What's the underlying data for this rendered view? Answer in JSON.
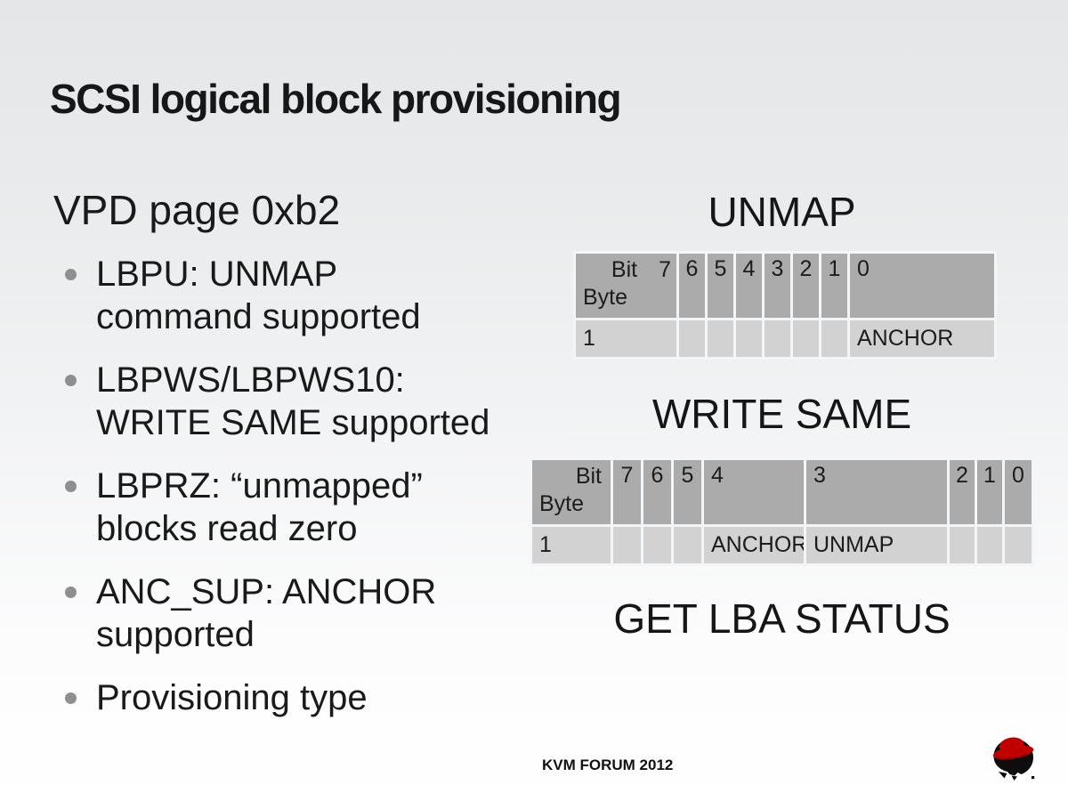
{
  "slide": {
    "title": "SCSI logical block provisioning",
    "footer_text": "KVM FORUM 2012",
    "logo_name": "redhat-shadowman-logo",
    "colors": {
      "background_top": "#e4e6e8",
      "background_bottom": "#ffffff",
      "table_header_bg": "#ababab",
      "table_row_bg": "#d2d2d2",
      "bullet_dot": "#8f8f8f",
      "logo_red": "#c00000",
      "logo_black": "#0d0d0d"
    }
  },
  "left": {
    "heading": "VPD page 0xb2",
    "bullets": [
      {
        "lines": [
          "LBPU: UNMAP",
          "command supported"
        ]
      },
      {
        "lines": [
          "LBPWS/LBPWS10:",
          "WRITE SAME supported"
        ]
      },
      {
        "lines": [
          "LBPRZ: “unmapped”",
          "blocks read zero"
        ]
      },
      {
        "lines": [
          "ANC_SUP: ANCHOR",
          "supported"
        ]
      },
      {
        "lines": [
          "Provisioning type"
        ]
      }
    ]
  },
  "right": {
    "unmap": {
      "title": "UNMAP",
      "corner": {
        "bit": "Bit",
        "bit7": "7",
        "byte": "Byte"
      },
      "bit_headers": [
        "6",
        "5",
        "4",
        "3",
        "2",
        "1",
        "0"
      ],
      "row": {
        "byte": "1",
        "bit_values": [
          "",
          "",
          "",
          "",
          "",
          "",
          "ANCHOR"
        ]
      }
    },
    "write_same": {
      "title": "WRITE SAME",
      "corner": {
        "bit": "Bit",
        "byte": "Byte"
      },
      "bit_headers": [
        "7",
        "6",
        "5",
        "4",
        "3",
        "2",
        "1",
        "0"
      ],
      "row": {
        "byte": "1",
        "bit_values": [
          "",
          "",
          "",
          "ANCHOR",
          "UNMAP",
          "",
          "",
          ""
        ]
      }
    },
    "get_lba_status": {
      "title": "GET LBA STATUS"
    }
  }
}
